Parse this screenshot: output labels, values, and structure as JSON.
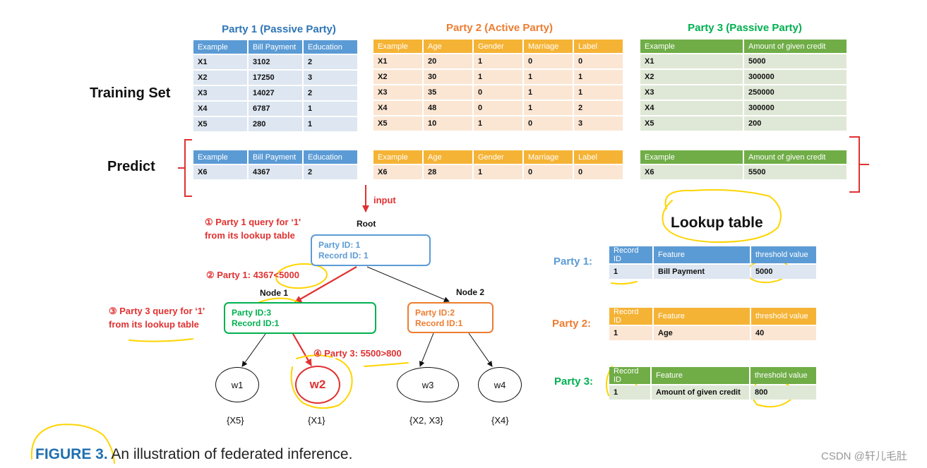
{
  "colors": {
    "blue": "#5b9bd5",
    "orange": "#ed7d31",
    "green": "#00b050",
    "red": "#e03131",
    "annotation": "#ffd400",
    "figure_blue": "#1f6fb0"
  },
  "section_labels": {
    "training_set": "Training Set",
    "predict": "Predict",
    "lookup_table": "Lookup table"
  },
  "parties": [
    {
      "title": "Party 1 (Passive Party)",
      "headers": [
        "Example",
        "Bill Payment",
        "Education"
      ],
      "train": [
        [
          "X1",
          "3102",
          "2"
        ],
        [
          "X2",
          "17250",
          "3"
        ],
        [
          "X3",
          "14027",
          "2"
        ],
        [
          "X4",
          "6787",
          "1"
        ],
        [
          "X5",
          "280",
          "1"
        ]
      ],
      "predict": [
        [
          "X6",
          "4367",
          "2"
        ]
      ]
    },
    {
      "title": "Party 2 (Active Party)",
      "headers": [
        "Example",
        "Age",
        "Gender",
        "Marriage",
        "Label"
      ],
      "train": [
        [
          "X1",
          "20",
          "1",
          "0",
          "0"
        ],
        [
          "X2",
          "30",
          "1",
          "1",
          "1"
        ],
        [
          "X3",
          "35",
          "0",
          "1",
          "1"
        ],
        [
          "X4",
          "48",
          "0",
          "1",
          "2"
        ],
        [
          "X5",
          "10",
          "1",
          "0",
          "3"
        ]
      ],
      "predict": [
        [
          "X6",
          "28",
          "1",
          "0",
          "0"
        ]
      ]
    },
    {
      "title": "Party 3 (Passive Party)",
      "headers": [
        "Example",
        "Amount of given credit"
      ],
      "train": [
        [
          "X1",
          "5000"
        ],
        [
          "X2",
          "300000"
        ],
        [
          "X3",
          "250000"
        ],
        [
          "X4",
          "300000"
        ],
        [
          "X5",
          "200"
        ]
      ],
      "predict": [
        [
          "X6",
          "5500"
        ]
      ]
    }
  ],
  "tree": {
    "input_label": "input",
    "root_label": "Root",
    "root": {
      "party": "Party ID: 1",
      "record": "Record ID: 1"
    },
    "node1_label": "Node 1",
    "node1": {
      "party": "Party ID:3",
      "record": "Record ID:1"
    },
    "node2_label": "Node 2",
    "node2": {
      "party": "Party ID:2",
      "record": "Record ID:1"
    },
    "leaves": [
      {
        "name": "w1",
        "set": "{X5}"
      },
      {
        "name": "w2",
        "set": "{X1}"
      },
      {
        "name": "w3",
        "set": "{X2, X3}"
      },
      {
        "name": "w4",
        "set": "{X4}"
      }
    ]
  },
  "annotations": {
    "step1_line1": "① Party 1 query for ‘1'",
    "step1_line2": "from its lookup table",
    "step2": "② Party 1: 4367<5000",
    "step3_line1": "③ Party 3 query for ‘1'",
    "step3_line2": "from its lookup table",
    "step4": "④ Party 3: 5500>800"
  },
  "lookup": {
    "headers": [
      "Record ID",
      "Feature",
      "threshold value"
    ],
    "rows": [
      {
        "label": "Party 1:",
        "record": "1",
        "feature": "Bill Payment",
        "threshold": "5000"
      },
      {
        "label": "Party 2:",
        "record": "1",
        "feature": "Age",
        "threshold": "40"
      },
      {
        "label": "Party 3:",
        "record": "1",
        "feature": "Amount of given credit",
        "threshold": "800"
      }
    ]
  },
  "caption": {
    "bold": "FIGURE 3.",
    "text": " An illustration of federated inference."
  },
  "watermark": "CSDN @轩儿毛肚"
}
